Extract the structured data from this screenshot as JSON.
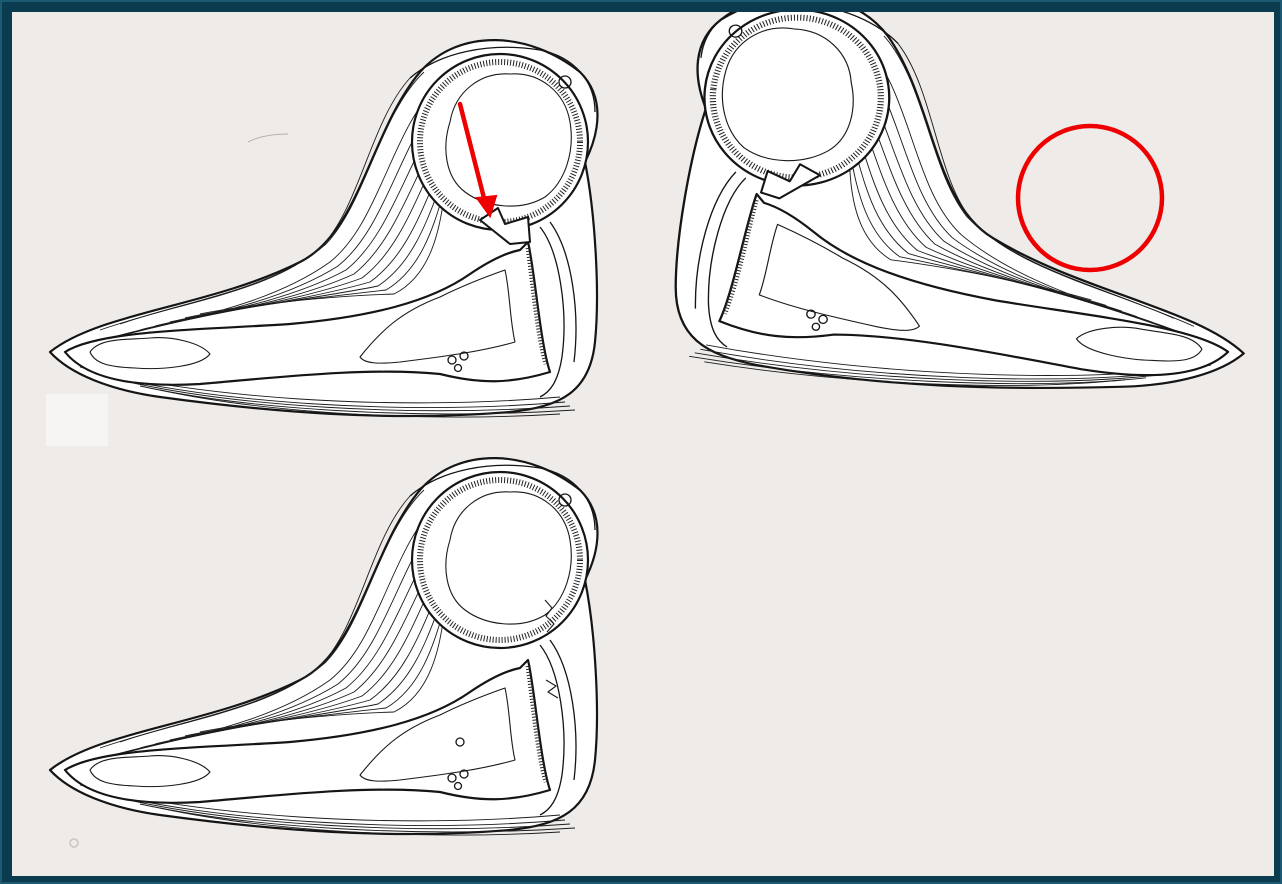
{
  "figure": {
    "background": "#efebe9",
    "frame_color": "#0b3b4e",
    "annotation_color": "#ee0000",
    "panels": [
      {
        "name": "panel-top-left",
        "annotation": "red-arrow"
      },
      {
        "name": "panel-top-right",
        "annotation": "red-circle"
      },
      {
        "name": "panel-bottom-left",
        "annotation": "none"
      }
    ]
  }
}
